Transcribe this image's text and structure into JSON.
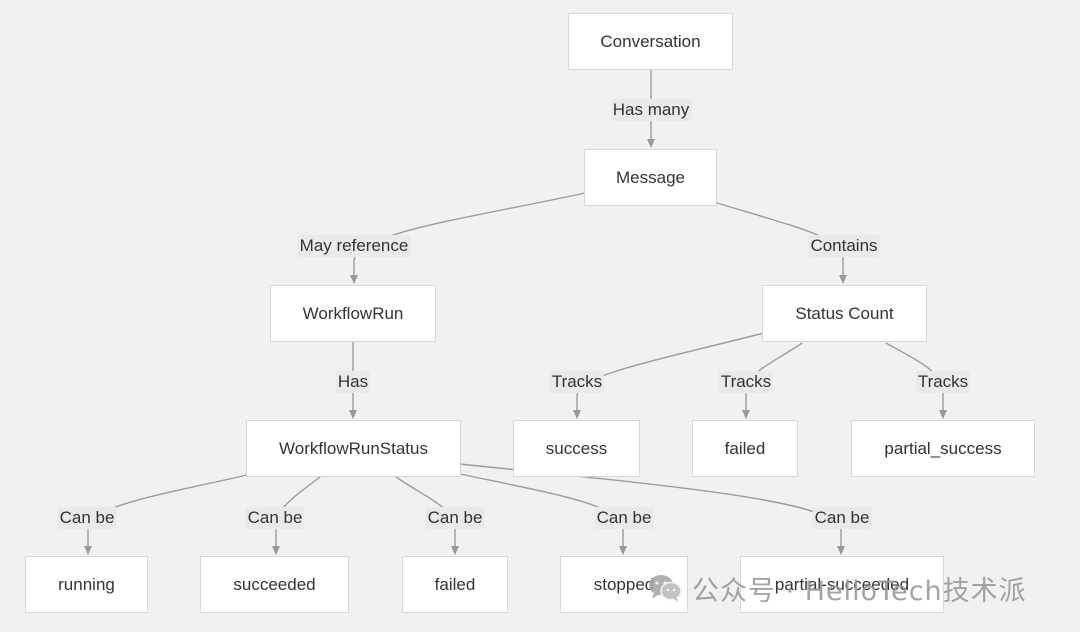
{
  "nodes": {
    "conversation": "Conversation",
    "message": "Message",
    "workflowrun": "WorkflowRun",
    "statuscount": "Status Count",
    "wrstatus": "WorkflowRunStatus",
    "success": "success",
    "failed_top": "failed",
    "partial_success": "partial_success",
    "running": "running",
    "succeeded": "succeeded",
    "failed_bottom": "failed",
    "stopped": "stopped",
    "partial_succeeded": "partial-succeeded"
  },
  "edges": {
    "has_many": "Has many",
    "may_reference": "May reference",
    "contains": "Contains",
    "has": "Has",
    "tracks_1": "Tracks",
    "tracks_2": "Tracks",
    "tracks_3": "Tracks",
    "canbe_1": "Can be",
    "canbe_2": "Can be",
    "canbe_3": "Can be",
    "canbe_4": "Can be",
    "canbe_5": "Can be"
  },
  "watermark": {
    "text": "公众号 · HelloTech技术派",
    "icon": "wechat-icon"
  },
  "colors": {
    "background": "#f2f1f0",
    "edge": "#999999",
    "node_border": "#d7d7d7"
  }
}
